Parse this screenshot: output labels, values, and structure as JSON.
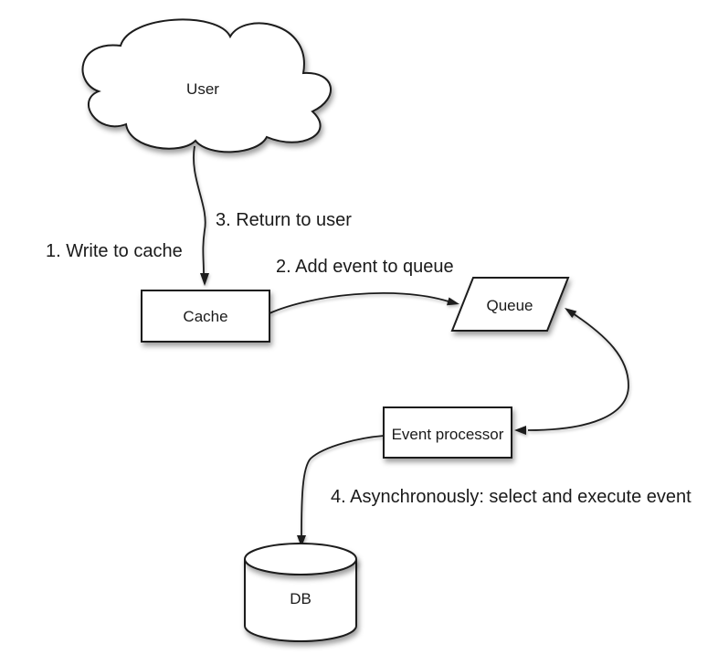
{
  "diagram": {
    "background": "#ffffff",
    "stroke_color": "#1c1c1c",
    "shape_fill": "#ffffff",
    "text_color": "#1a1a1a",
    "nodes": {
      "user": {
        "label": "User",
        "shape": "cloud"
      },
      "cache": {
        "label": "Cache",
        "shape": "rectangle"
      },
      "queue": {
        "label": "Queue",
        "shape": "parallelogram"
      },
      "event_processor": {
        "label": "Event processor",
        "shape": "rectangle"
      },
      "db": {
        "label": "DB",
        "shape": "cylinder"
      }
    },
    "annotations": {
      "step1": {
        "text": "1. Write to cache"
      },
      "step2": {
        "text": "2. Add event to queue"
      },
      "step3": {
        "text": "3. Return to user"
      },
      "step4": {
        "text": "4. Asynchronously: select and execute event"
      }
    },
    "edges": [
      {
        "from": "user",
        "to": "cache",
        "direction": "one-way",
        "labels": [
          "step1",
          "step3"
        ]
      },
      {
        "from": "cache",
        "to": "queue",
        "direction": "one-way",
        "labels": [
          "step2"
        ]
      },
      {
        "from": "queue",
        "to": "event_processor",
        "direction": "two-way",
        "labels": []
      },
      {
        "from": "event_processor",
        "to": "db",
        "direction": "one-way",
        "labels": [
          "step4"
        ]
      }
    ]
  }
}
